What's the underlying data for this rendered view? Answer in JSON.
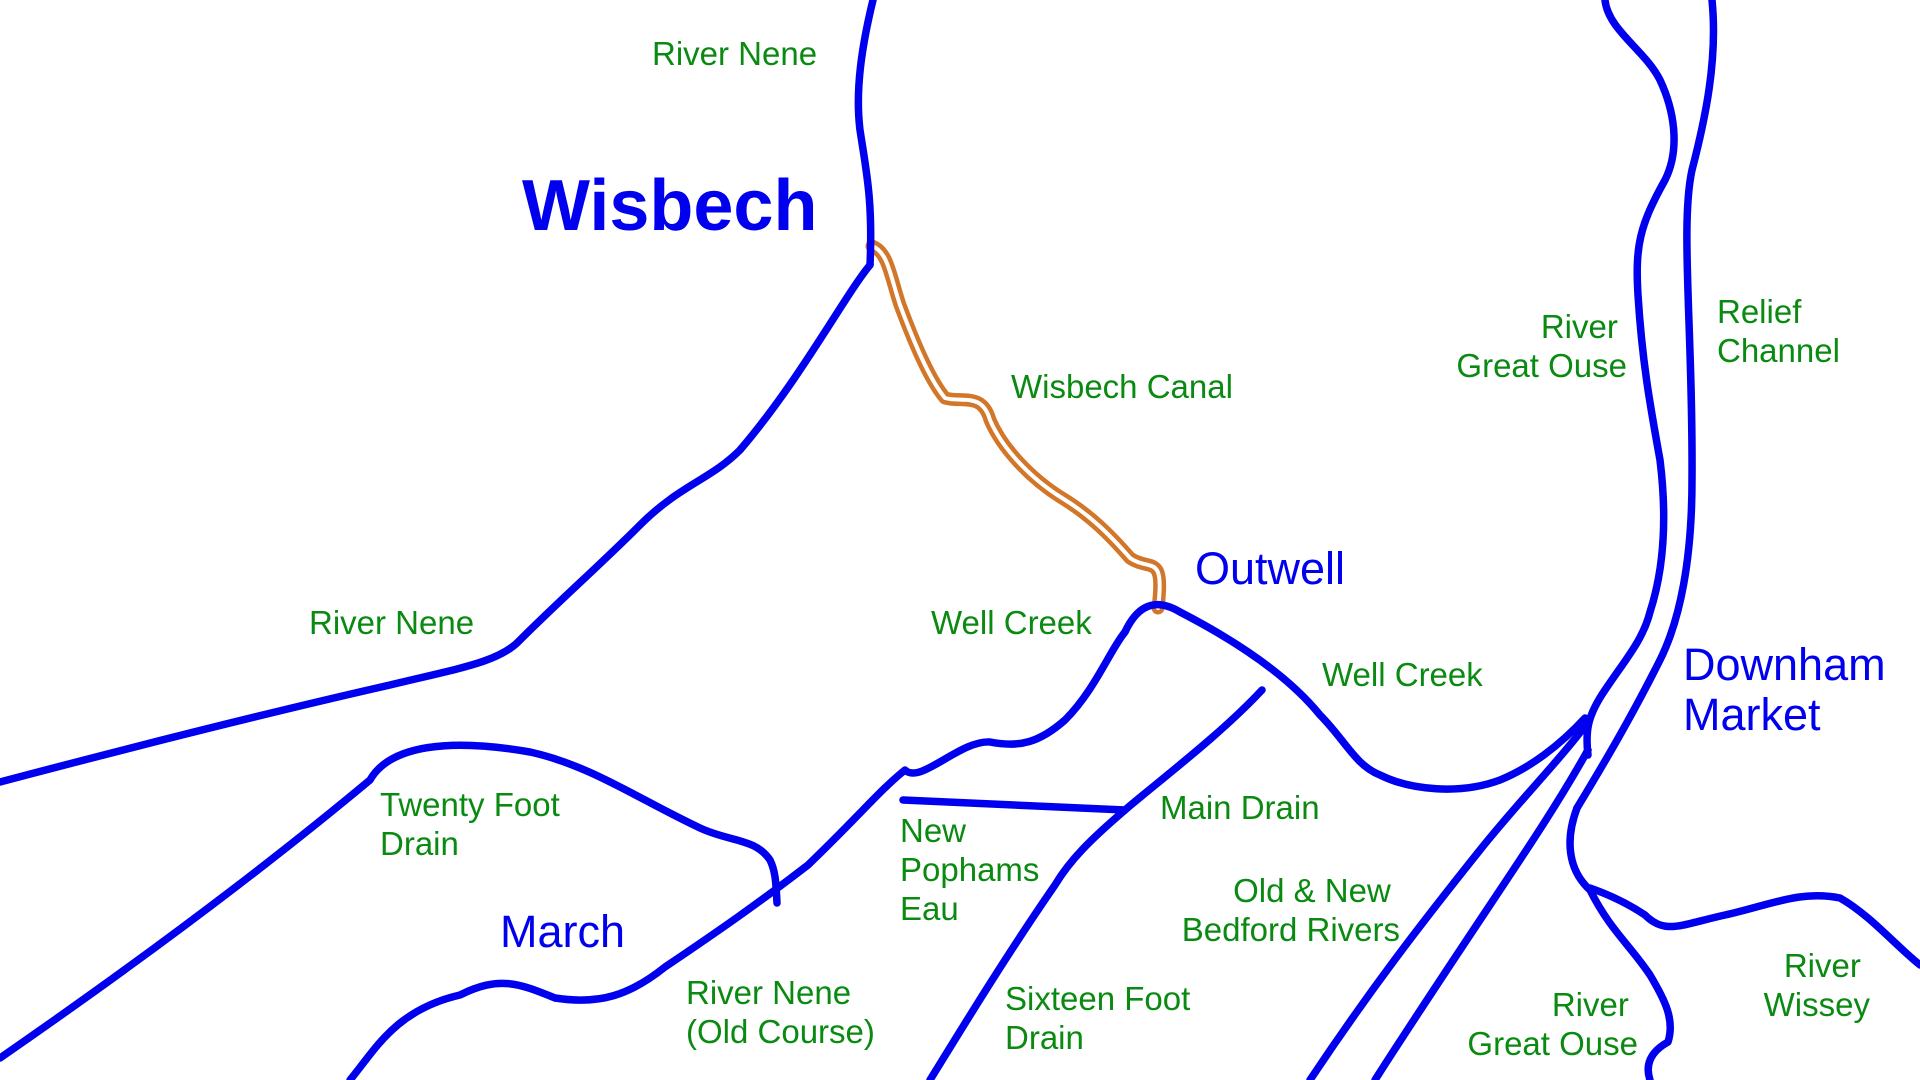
{
  "colors": {
    "river": "#0000ee",
    "canal": "#d2762a",
    "water_label": "#0b8a12",
    "town_label": "#0000ee",
    "background": "#ffffff"
  },
  "towns": {
    "wisbech": "Wisbech",
    "outwell": "Outwell",
    "march": "March",
    "downham": [
      "Downham",
      "Market"
    ]
  },
  "waterways": {
    "river_nene_north": "River Nene",
    "river_nene_west": "River Nene",
    "wisbech_canal": "Wisbech Canal",
    "well_creek_west": "Well Creek",
    "well_creek_east": "Well Creek",
    "river_great_ouse_north": [
      "River",
      "Great Ouse"
    ],
    "relief_channel": [
      "Relief",
      "Channel"
    ],
    "twenty_foot_drain": [
      "Twenty Foot",
      "Drain"
    ],
    "main_drain": "Main Drain",
    "new_pophams_eau": [
      "New",
      "Pophams",
      "Eau"
    ],
    "old_new_bedford_rivers": [
      "Old & New",
      "Bedford Rivers"
    ],
    "river_nene_old_course": [
      "River Nene",
      "(Old Course)"
    ],
    "sixteen_foot_drain": [
      "Sixteen Foot",
      "Drain"
    ],
    "river_great_ouse_south": [
      "River",
      "Great Ouse"
    ],
    "river_wissey": [
      "River",
      "Wissey"
    ]
  }
}
